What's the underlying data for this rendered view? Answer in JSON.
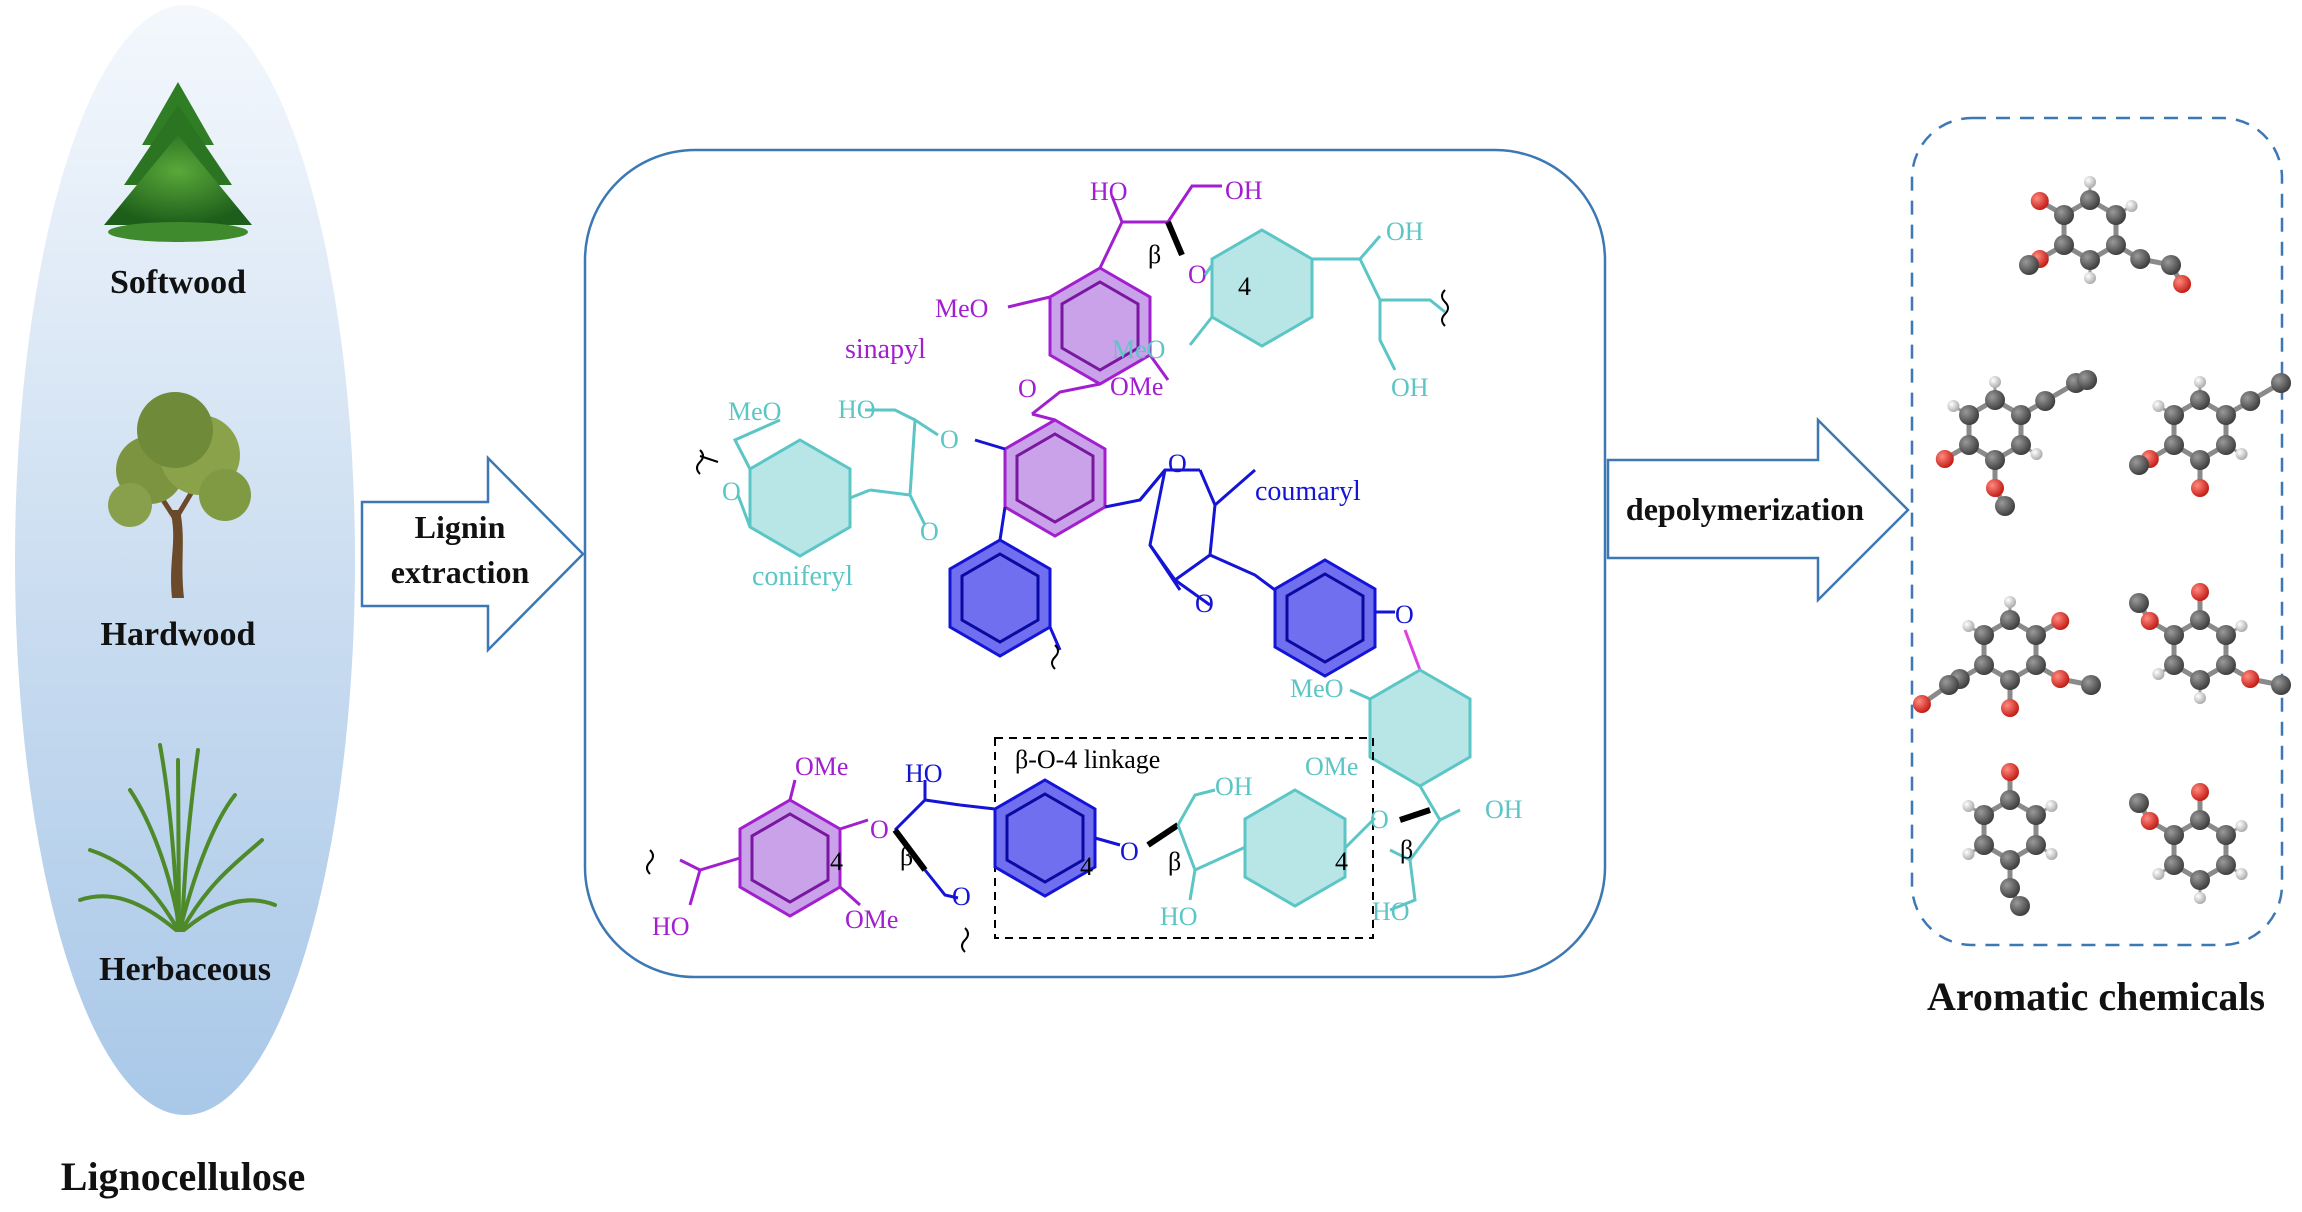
{
  "sources": {
    "title": "Lignocellulose",
    "items": [
      {
        "label": "Softwood",
        "icon": "conifer-tree-icon"
      },
      {
        "label": "Hardwood",
        "icon": "deciduous-tree-icon"
      },
      {
        "label": "Herbaceous",
        "icon": "grass-icon"
      }
    ]
  },
  "arrows": {
    "extraction": [
      "Lignin",
      "extraction"
    ],
    "depolymerization": "depolymerization"
  },
  "lignin": {
    "units": {
      "sinapyl": "sinapyl",
      "coniferyl": "coniferyl",
      "coumaryl": "coumaryl"
    },
    "linkage_label": "β-O-4 linkage",
    "atoms": {
      "HO": "HO",
      "OH": "OH",
      "O": "O",
      "MeO": "MeO",
      "OMe": "OMe",
      "beta": "β",
      "four": "4"
    }
  },
  "products": {
    "title": "Aromatic chemicals"
  },
  "colors": {
    "sinapyl": "#a21fd0",
    "coumaryl": "#1414d6",
    "coniferyl": "#5cc5c5",
    "box_border": "#3c78b4",
    "atom_red": "#e0261c",
    "atom_grey": "#5a5a5a",
    "atom_h": "#cfcfcf"
  }
}
